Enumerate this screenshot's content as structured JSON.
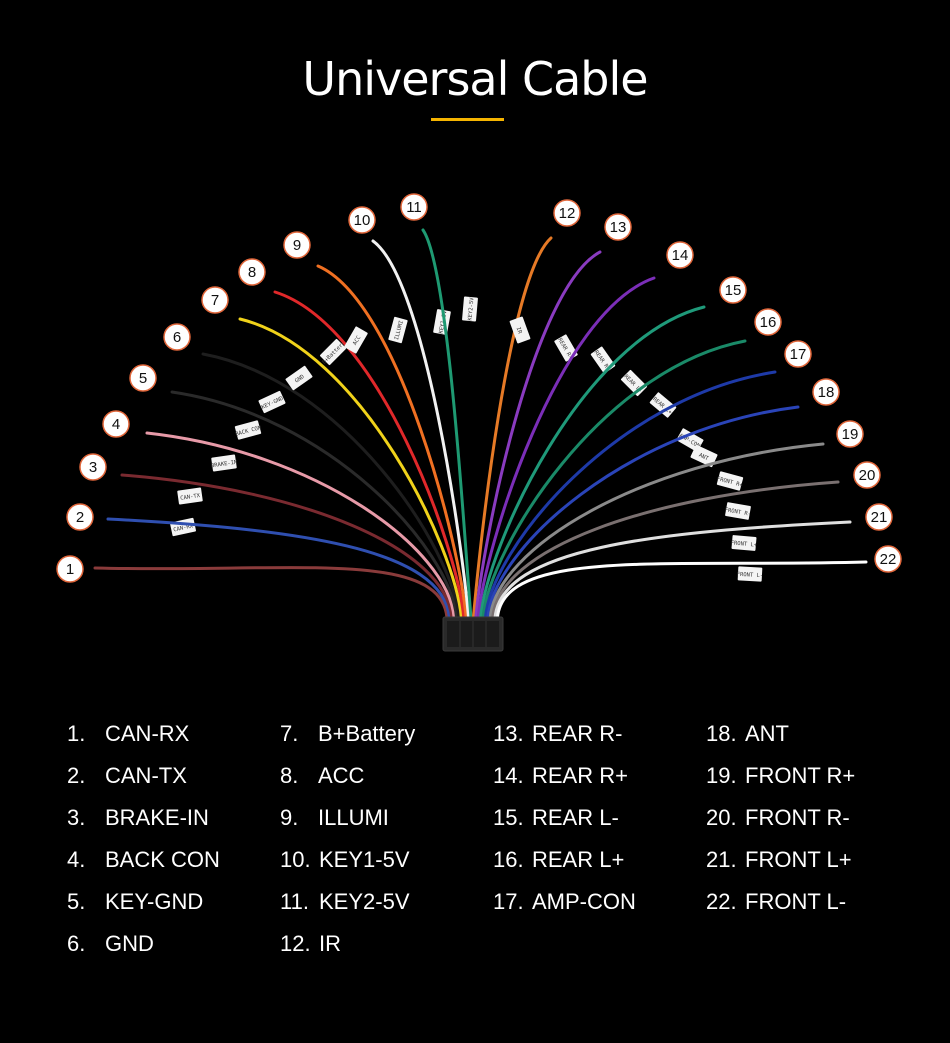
{
  "title": "Universal Cable",
  "colors": {
    "accent": "#f5b400",
    "background": "#000000",
    "badge_fill": "#ffffff",
    "badge_ring": "#e0663a"
  },
  "wires": [
    {
      "num": "1",
      "color": "#8a3b3b",
      "tag": "CAN-RX"
    },
    {
      "num": "2",
      "color": "#2f4fb0",
      "tag": "CAN-TX"
    },
    {
      "num": "3",
      "color": "#7a2a30",
      "tag": "BRAKE-IN"
    },
    {
      "num": "4",
      "color": "#e79aa8",
      "tag": "BACK CON"
    },
    {
      "num": "5",
      "color": "#2a2a2a",
      "tag": "KEY-GND"
    },
    {
      "num": "6",
      "color": "#1e1e1e",
      "tag": "GND"
    },
    {
      "num": "7",
      "color": "#f0d21a",
      "tag": "B+Battery"
    },
    {
      "num": "8",
      "color": "#e0282a",
      "tag": "ACC"
    },
    {
      "num": "9",
      "color": "#f07022",
      "tag": "ILLUMI"
    },
    {
      "num": "10",
      "color": "#f2f2f2",
      "tag": "KEY1-5V"
    },
    {
      "num": "11",
      "color": "#1e9a72",
      "tag": "KEY2-5V"
    },
    {
      "num": "12",
      "color": "#e67a26",
      "tag": "IR"
    },
    {
      "num": "13",
      "color": "#8a3bc0",
      "tag": "REAR R-"
    },
    {
      "num": "14",
      "color": "#7b2eb8",
      "tag": "REAR R+"
    },
    {
      "num": "15",
      "color": "#1f9a7a",
      "tag": "REAR L-"
    },
    {
      "num": "16",
      "color": "#1a8a68",
      "tag": "REAR L+"
    },
    {
      "num": "17",
      "color": "#1e3aa8",
      "tag": "AMP-CON"
    },
    {
      "num": "18",
      "color": "#2a44b8",
      "tag": "ANT"
    },
    {
      "num": "19",
      "color": "#8a8a8a",
      "tag": "FRONT R+"
    },
    {
      "num": "20",
      "color": "#7a7070",
      "tag": "FRONT R-"
    },
    {
      "num": "21",
      "color": "#e0e0e0",
      "tag": "FRONT L+"
    },
    {
      "num": "22",
      "color": "#ffffff",
      "tag": "FRONT L-"
    }
  ],
  "legend": [
    {
      "num": "1.",
      "label": "CAN-RX"
    },
    {
      "num": "2.",
      "label": "CAN-TX"
    },
    {
      "num": "3.",
      "label": "BRAKE-IN"
    },
    {
      "num": "4.",
      "label": "BACK CON"
    },
    {
      "num": "5.",
      "label": "KEY-GND"
    },
    {
      "num": "6.",
      "label": "GND"
    },
    {
      "num": "7.",
      "label": "B+Battery"
    },
    {
      "num": "8.",
      "label": "ACC"
    },
    {
      "num": "9.",
      "label": "ILLUMI"
    },
    {
      "num": "10.",
      "label": "KEY1-5V"
    },
    {
      "num": "11.",
      "label": "KEY2-5V"
    },
    {
      "num": "12.",
      "label": "IR"
    },
    {
      "num": "13.",
      "label": "REAR R-"
    },
    {
      "num": "14.",
      "label": "REAR R+"
    },
    {
      "num": "15.",
      "label": "REAR L-"
    },
    {
      "num": "16.",
      "label": "REAR L+"
    },
    {
      "num": "17.",
      "label": "AMP-CON"
    },
    {
      "num": "18.",
      "label": "ANT"
    },
    {
      "num": "19.",
      "label": "FRONT R+"
    },
    {
      "num": "20.",
      "label": "FRONT R-"
    },
    {
      "num": "21.",
      "label": "FRONT L+"
    },
    {
      "num": "22.",
      "label": "FRONT L-"
    }
  ]
}
